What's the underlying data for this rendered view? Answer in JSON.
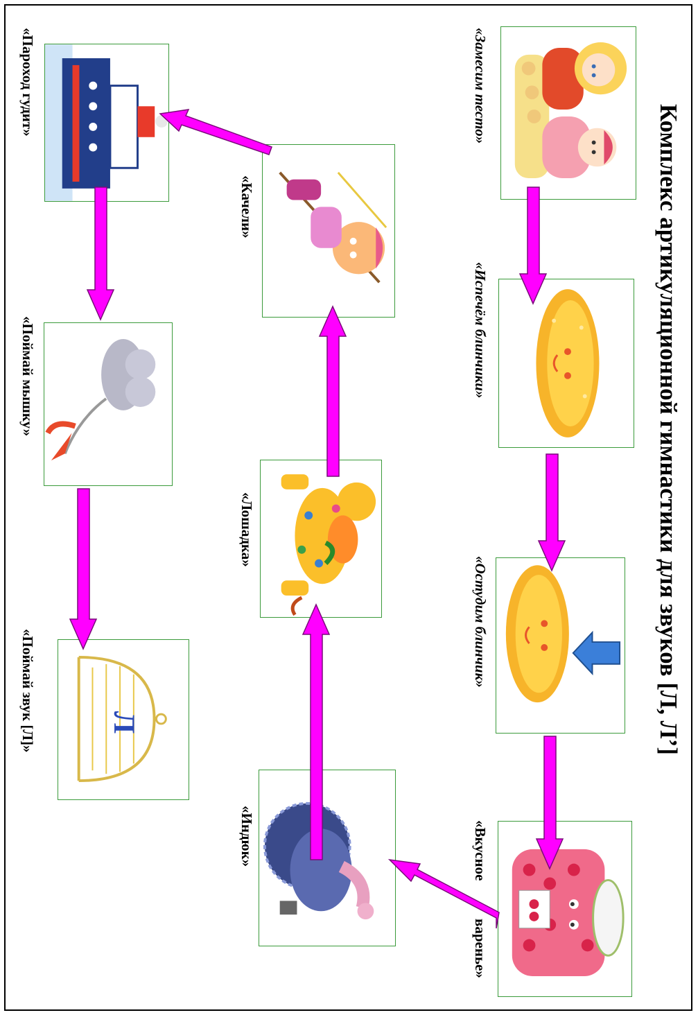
{
  "page": {
    "title": "Комплекс артикуляционной гимнастики для  звуков [Л, Л’]",
    "colors": {
      "border": "#000000",
      "card_border": "#3a9a3a",
      "flow_arrow": "#ff00ff",
      "marker_arrow": "#3b7fd9"
    }
  },
  "exercises": [
    {
      "label": "«Замесим тесто»",
      "image": "girls-kneading-dough-image"
    },
    {
      "label": "«Испечём блинчики»",
      "image": "pancake-image"
    },
    {
      "label": "«Остудим блинчик»",
      "image": "pancake-image"
    },
    {
      "label_line1": "«Вкусное",
      "label_line2": "варенье»",
      "image": "jam-jar-image"
    },
    {
      "label": "«Индюк»",
      "image": "turkey-image"
    },
    {
      "label": "«Лошадка»",
      "image": "toy-horse-image"
    },
    {
      "label": "«Качели»",
      "image": "child-on-swing-image"
    },
    {
      "label": "«Пароход гудит»",
      "image": "steamship-image"
    },
    {
      "label": "«Поймай мышку»",
      "image": "mouse-with-bow-image"
    },
    {
      "label": "«Поймай звук [Л]»",
      "image": "cage-with-letter-image",
      "letter": "Л"
    }
  ]
}
